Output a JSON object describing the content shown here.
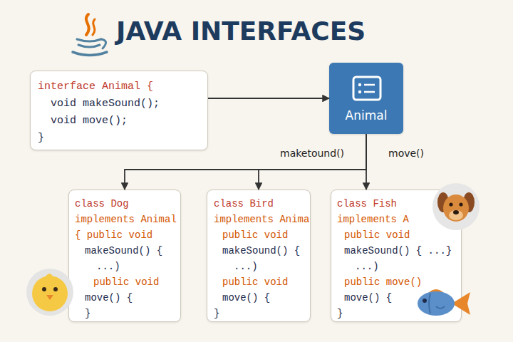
{
  "diagram": {
    "title": "JAVA INTERFACES",
    "nodes": [
      {
        "text": [
          "interface Animal {",
          "void makeSound();",
          "void move();",
          "}"
        ]
      },
      {
        "text": [
          "Animal"
        ]
      },
      {
        "text": [
          "class Dog",
          "implements Animal",
          "{ public void",
          "makeSound() {",
          "...)",
          "public void",
          "move() {",
          "}"
        ]
      },
      {
        "text": [
          "class Bird",
          "implements Anima",
          "public void",
          "makeSound() {",
          "...)",
          "public void",
          "move() {",
          "}"
        ]
      },
      {
        "text": [
          "class Fish",
          "implements A",
          "public void",
          "makeSound() { ...}",
          "...)",
          "public move()",
          "move() {",
          "}"
        ]
      }
    ],
    "edges": [
      {
        "from": 0,
        "to": 1,
        "arrow": "to"
      },
      {
        "from": 1,
        "to": 2,
        "arrow": "to"
      },
      {
        "from": 1,
        "to": 3,
        "arrow": "to"
      },
      {
        "from": 1,
        "to": 4,
        "arrow": "to"
      }
    ],
    "labels": [
      "maketound()",
      "move()"
    ]
  }
}
